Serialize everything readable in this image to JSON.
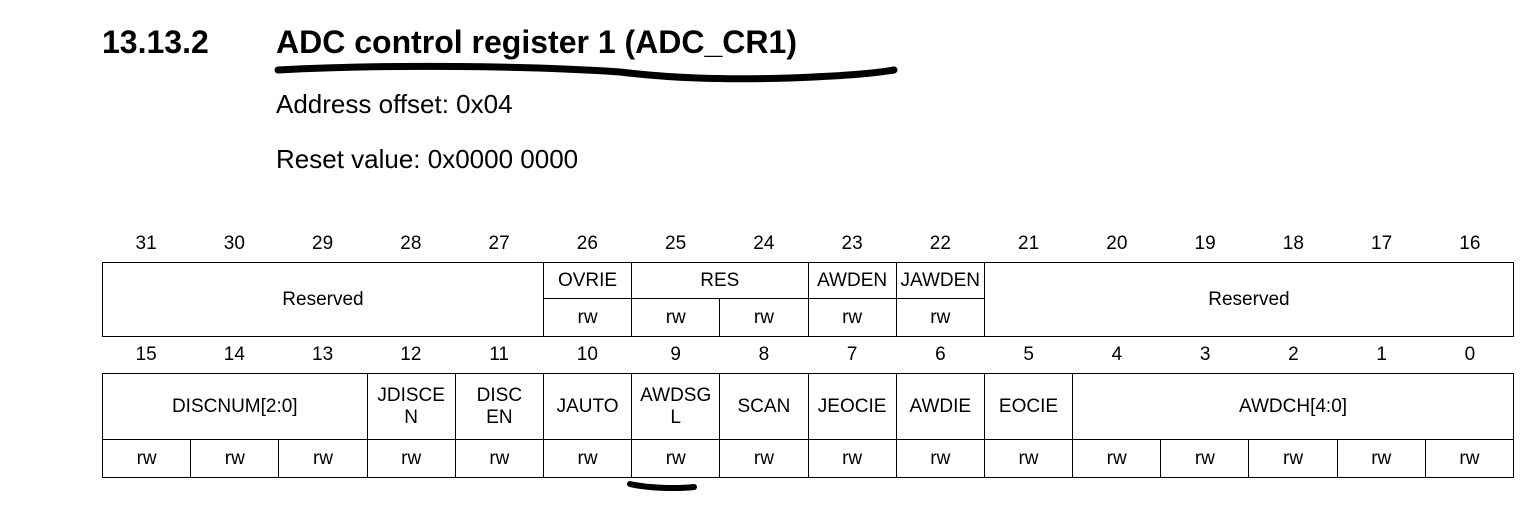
{
  "section": {
    "number": "13.13.2",
    "title": "ADC control register 1 (ADC_CR1)"
  },
  "address_offset": "Address offset: 0x04",
  "reset_value": "Reset value: 0x0000 0000",
  "upper_bit_numbers": [
    "31",
    "30",
    "29",
    "28",
    "27",
    "26",
    "25",
    "24",
    "23",
    "22",
    "21",
    "20",
    "19",
    "18",
    "17",
    "16"
  ],
  "lower_bit_numbers": [
    "15",
    "14",
    "13",
    "12",
    "11",
    "10",
    "9",
    "8",
    "7",
    "6",
    "5",
    "4",
    "3",
    "2",
    "1",
    "0"
  ],
  "upper_fields": {
    "reserved_high": "Reserved",
    "ovrie": "OVRIE",
    "res": "RES",
    "awden": "AWDEN",
    "jawden": "JAWDEN",
    "reserved_low": "Reserved"
  },
  "upper_access": {
    "ovrie": "rw",
    "res_25": "rw",
    "res_24": "rw",
    "awden": "rw",
    "jawden": "rw"
  },
  "lower_fields": {
    "discnum": "DISCNUM[2:0]",
    "jdiscen": "JDISCE\nN",
    "discen": "DISC\nEN",
    "jauto": "JAUTO",
    "awdsgl": "AWDSG\nL",
    "scan": "SCAN",
    "jeocie": "JEOCIE",
    "awdie": "AWDIE",
    "eocie": "EOCIE",
    "awdch": "AWDCH[4:0]"
  },
  "lower_access": [
    "rw",
    "rw",
    "rw",
    "rw",
    "rw",
    "rw",
    "rw",
    "rw",
    "rw",
    "rw",
    "rw",
    "rw",
    "rw",
    "rw",
    "rw",
    "rw"
  ],
  "colors": {
    "text": "#000000",
    "border": "#000000",
    "background": "#ffffff",
    "pen_annotation": "#000000"
  }
}
